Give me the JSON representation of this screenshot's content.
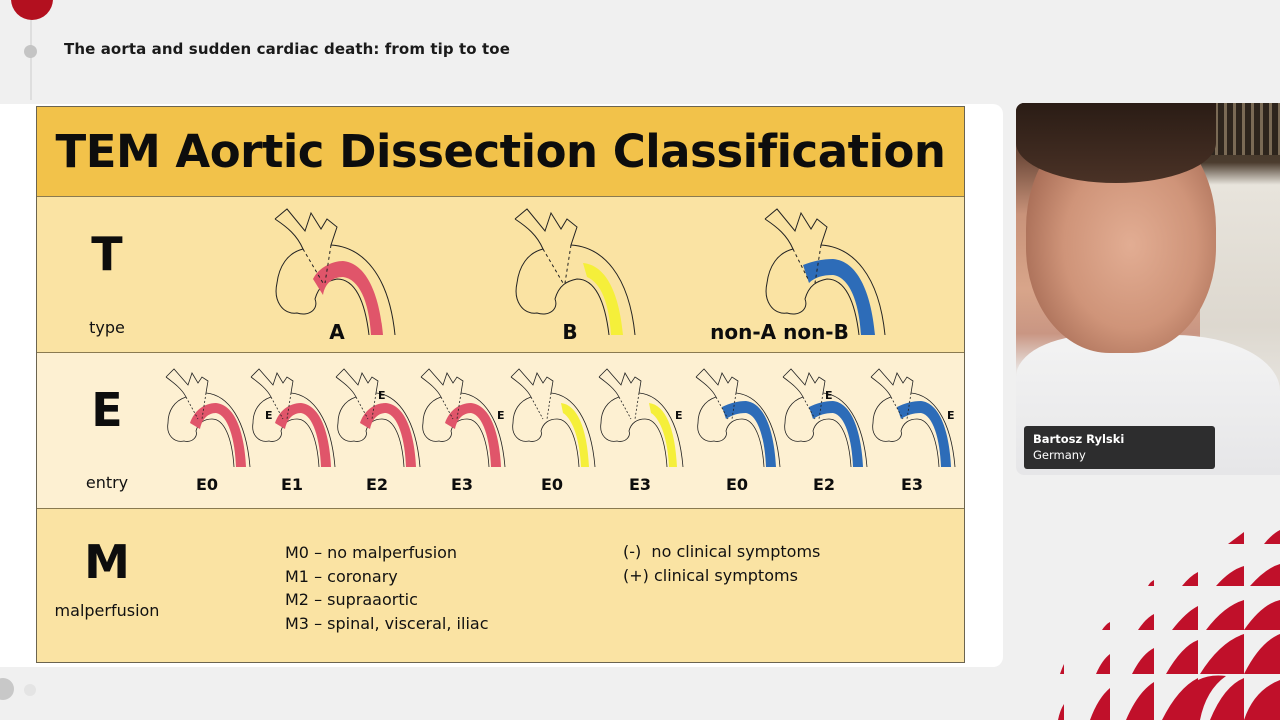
{
  "session": {
    "title": "The aorta and sudden cardiac death: from tip to toe"
  },
  "slide": {
    "title": "TEM Aortic Dissection Classification",
    "colors": {
      "header": "#f2c24a",
      "row_light": "#fae3a3",
      "row_pale": "#fdf0d2",
      "type_a": "#e0556a",
      "type_b": "#f5ef3a",
      "non_a_non_b": "#2d6cb8"
    },
    "type_row": {
      "letter": "T",
      "label": "type",
      "figures": [
        {
          "label": "A",
          "color": "type_a"
        },
        {
          "label": "B",
          "color": "type_b"
        },
        {
          "label": "non-A non-B",
          "color": "non_a_non_b"
        }
      ]
    },
    "entry_row": {
      "letter": "E",
      "label": "entry",
      "entry_marker": "E",
      "figures": [
        {
          "label": "E0",
          "color": "type_a",
          "marker": ""
        },
        {
          "label": "E1",
          "color": "type_a",
          "marker": "E"
        },
        {
          "label": "E2",
          "color": "type_a",
          "marker": "E"
        },
        {
          "label": "E3",
          "color": "type_a",
          "marker": "E"
        },
        {
          "label": "E0",
          "color": "type_b",
          "marker": ""
        },
        {
          "label": "E3",
          "color": "type_b",
          "marker": "E"
        },
        {
          "label": "E0",
          "color": "non_a_non_b",
          "marker": ""
        },
        {
          "label": "E2",
          "color": "non_a_non_b",
          "marker": "E"
        },
        {
          "label": "E3",
          "color": "non_a_non_b",
          "marker": "E"
        }
      ]
    },
    "malperfusion_row": {
      "letter": "M",
      "label": "malperfusion",
      "grades": [
        "M0 – no malperfusion",
        "M1 – coronary",
        "M2 – supraaortic",
        "M3 – spinal, visceral, iliac"
      ],
      "symptoms": [
        "(-)  no clinical symptoms",
        "(+) clinical symptoms"
      ]
    }
  },
  "speaker": {
    "name": "Bartosz Rylski",
    "country": "Germany"
  },
  "brand": {
    "accent": "#b3101f"
  }
}
